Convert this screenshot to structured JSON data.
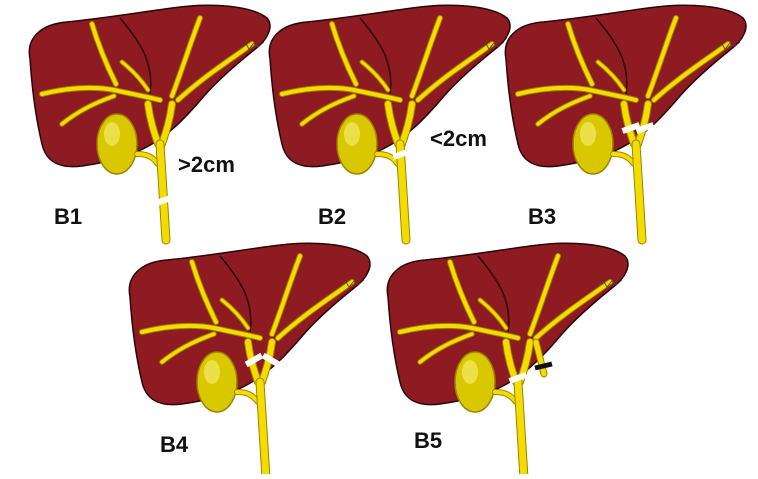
{
  "colors": {
    "liver_fill": "#8e1a22",
    "liver_stroke": "#2a0508",
    "duct_fill": "#f5dc00",
    "duct_stroke": "#9a8400",
    "gallbladder_fill": "#d9c800",
    "gallbladder_highlight": "#f2ea6a",
    "clip": "#111111"
  },
  "panels": [
    {
      "label": "B1",
      "measurement": ">2cm",
      "injury": "cbd-transection-low"
    },
    {
      "label": "B2",
      "measurement": "<2cm",
      "injury": "cbd-transection-high"
    },
    {
      "label": "B3",
      "measurement": "",
      "injury": "hilar-transection"
    },
    {
      "label": "B4",
      "measurement": "",
      "injury": "right-left-duct-separation"
    },
    {
      "label": "B5",
      "measurement": "",
      "injury": "aberrant-right-duct-injury"
    }
  ]
}
